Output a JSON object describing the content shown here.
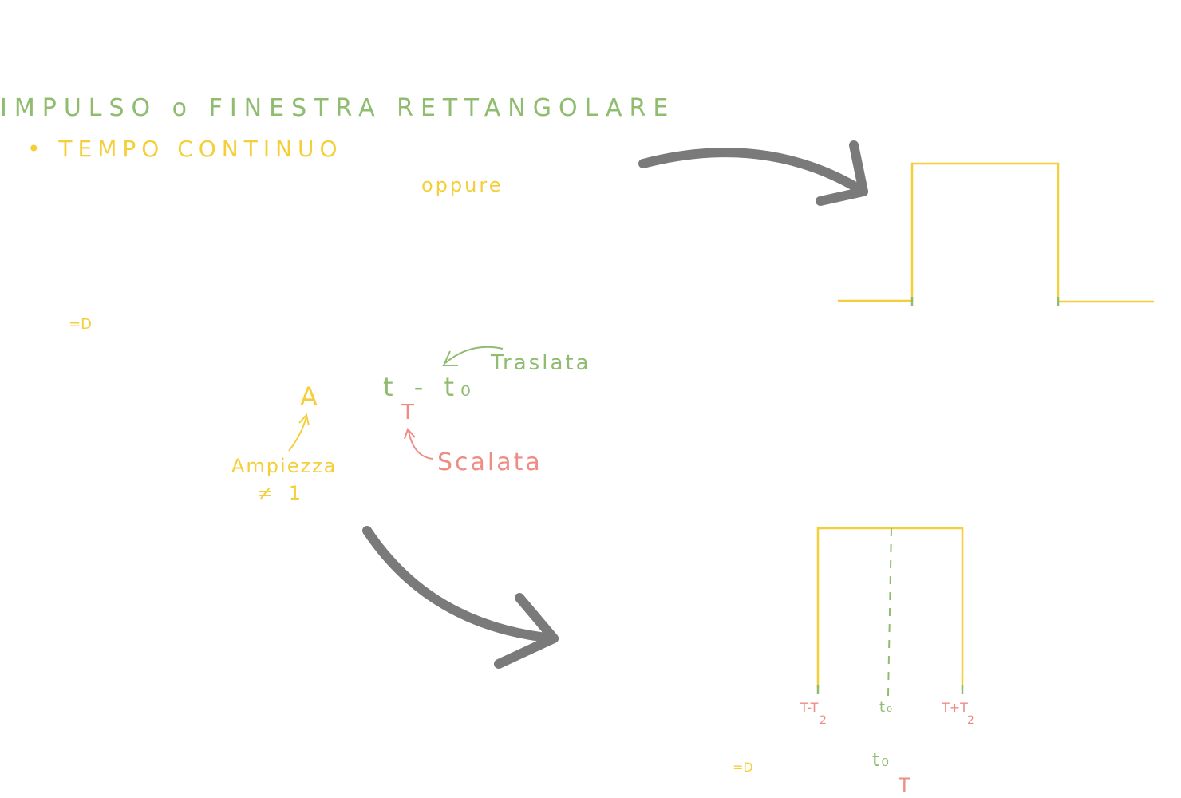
{
  "title": "IMPULSO o FINESTRA RETTANGOLARE",
  "subtitle": "• TEMPO CONTINUO",
  "oppure": "oppure",
  "implies_1": "=D",
  "amplitude_symbol": "A",
  "shift_expr": "t - t₀",
  "scale_symbol": "T",
  "translated_label": "Traslata",
  "scaled_label": "Scalata",
  "amplitude_label": "Ampiezza",
  "amplitude_condition": "≠ 1",
  "left_edge_label": "T-T",
  "left_edge_den": "2",
  "center_label": "t₀",
  "right_edge_label": "T+T",
  "right_edge_den": "2",
  "implies_2": "=D",
  "bottom_t0": "t₀",
  "bottom_T": "T",
  "colors": {
    "green": "#8fbc6f",
    "yellow": "#f5cf3a",
    "pink": "#f08c86",
    "arrow_gray": "#7a7a7a"
  }
}
